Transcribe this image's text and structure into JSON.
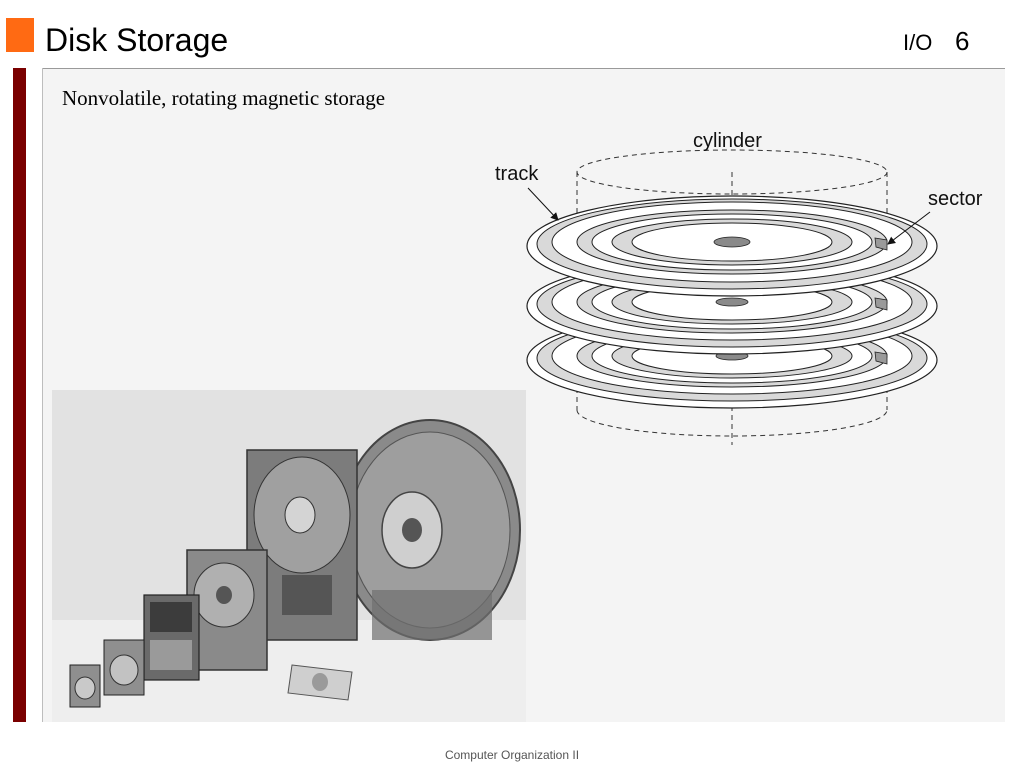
{
  "slide": {
    "title": "Disk Storage",
    "section": "I/O",
    "page_number": "6",
    "subtitle": "Nonvolatile, rotating magnetic storage",
    "footer": "Computer Organization II"
  },
  "diagram": {
    "labels": {
      "cylinder": "cylinder",
      "track": "track",
      "sector": "sector"
    },
    "platter_count": 3
  },
  "photo": {
    "subject": "disk drives of decreasing size with a dollar bill"
  },
  "colors": {
    "accent": "#ff6a13",
    "left_bar": "#7a0000",
    "content_background": "#f4f4f4"
  }
}
